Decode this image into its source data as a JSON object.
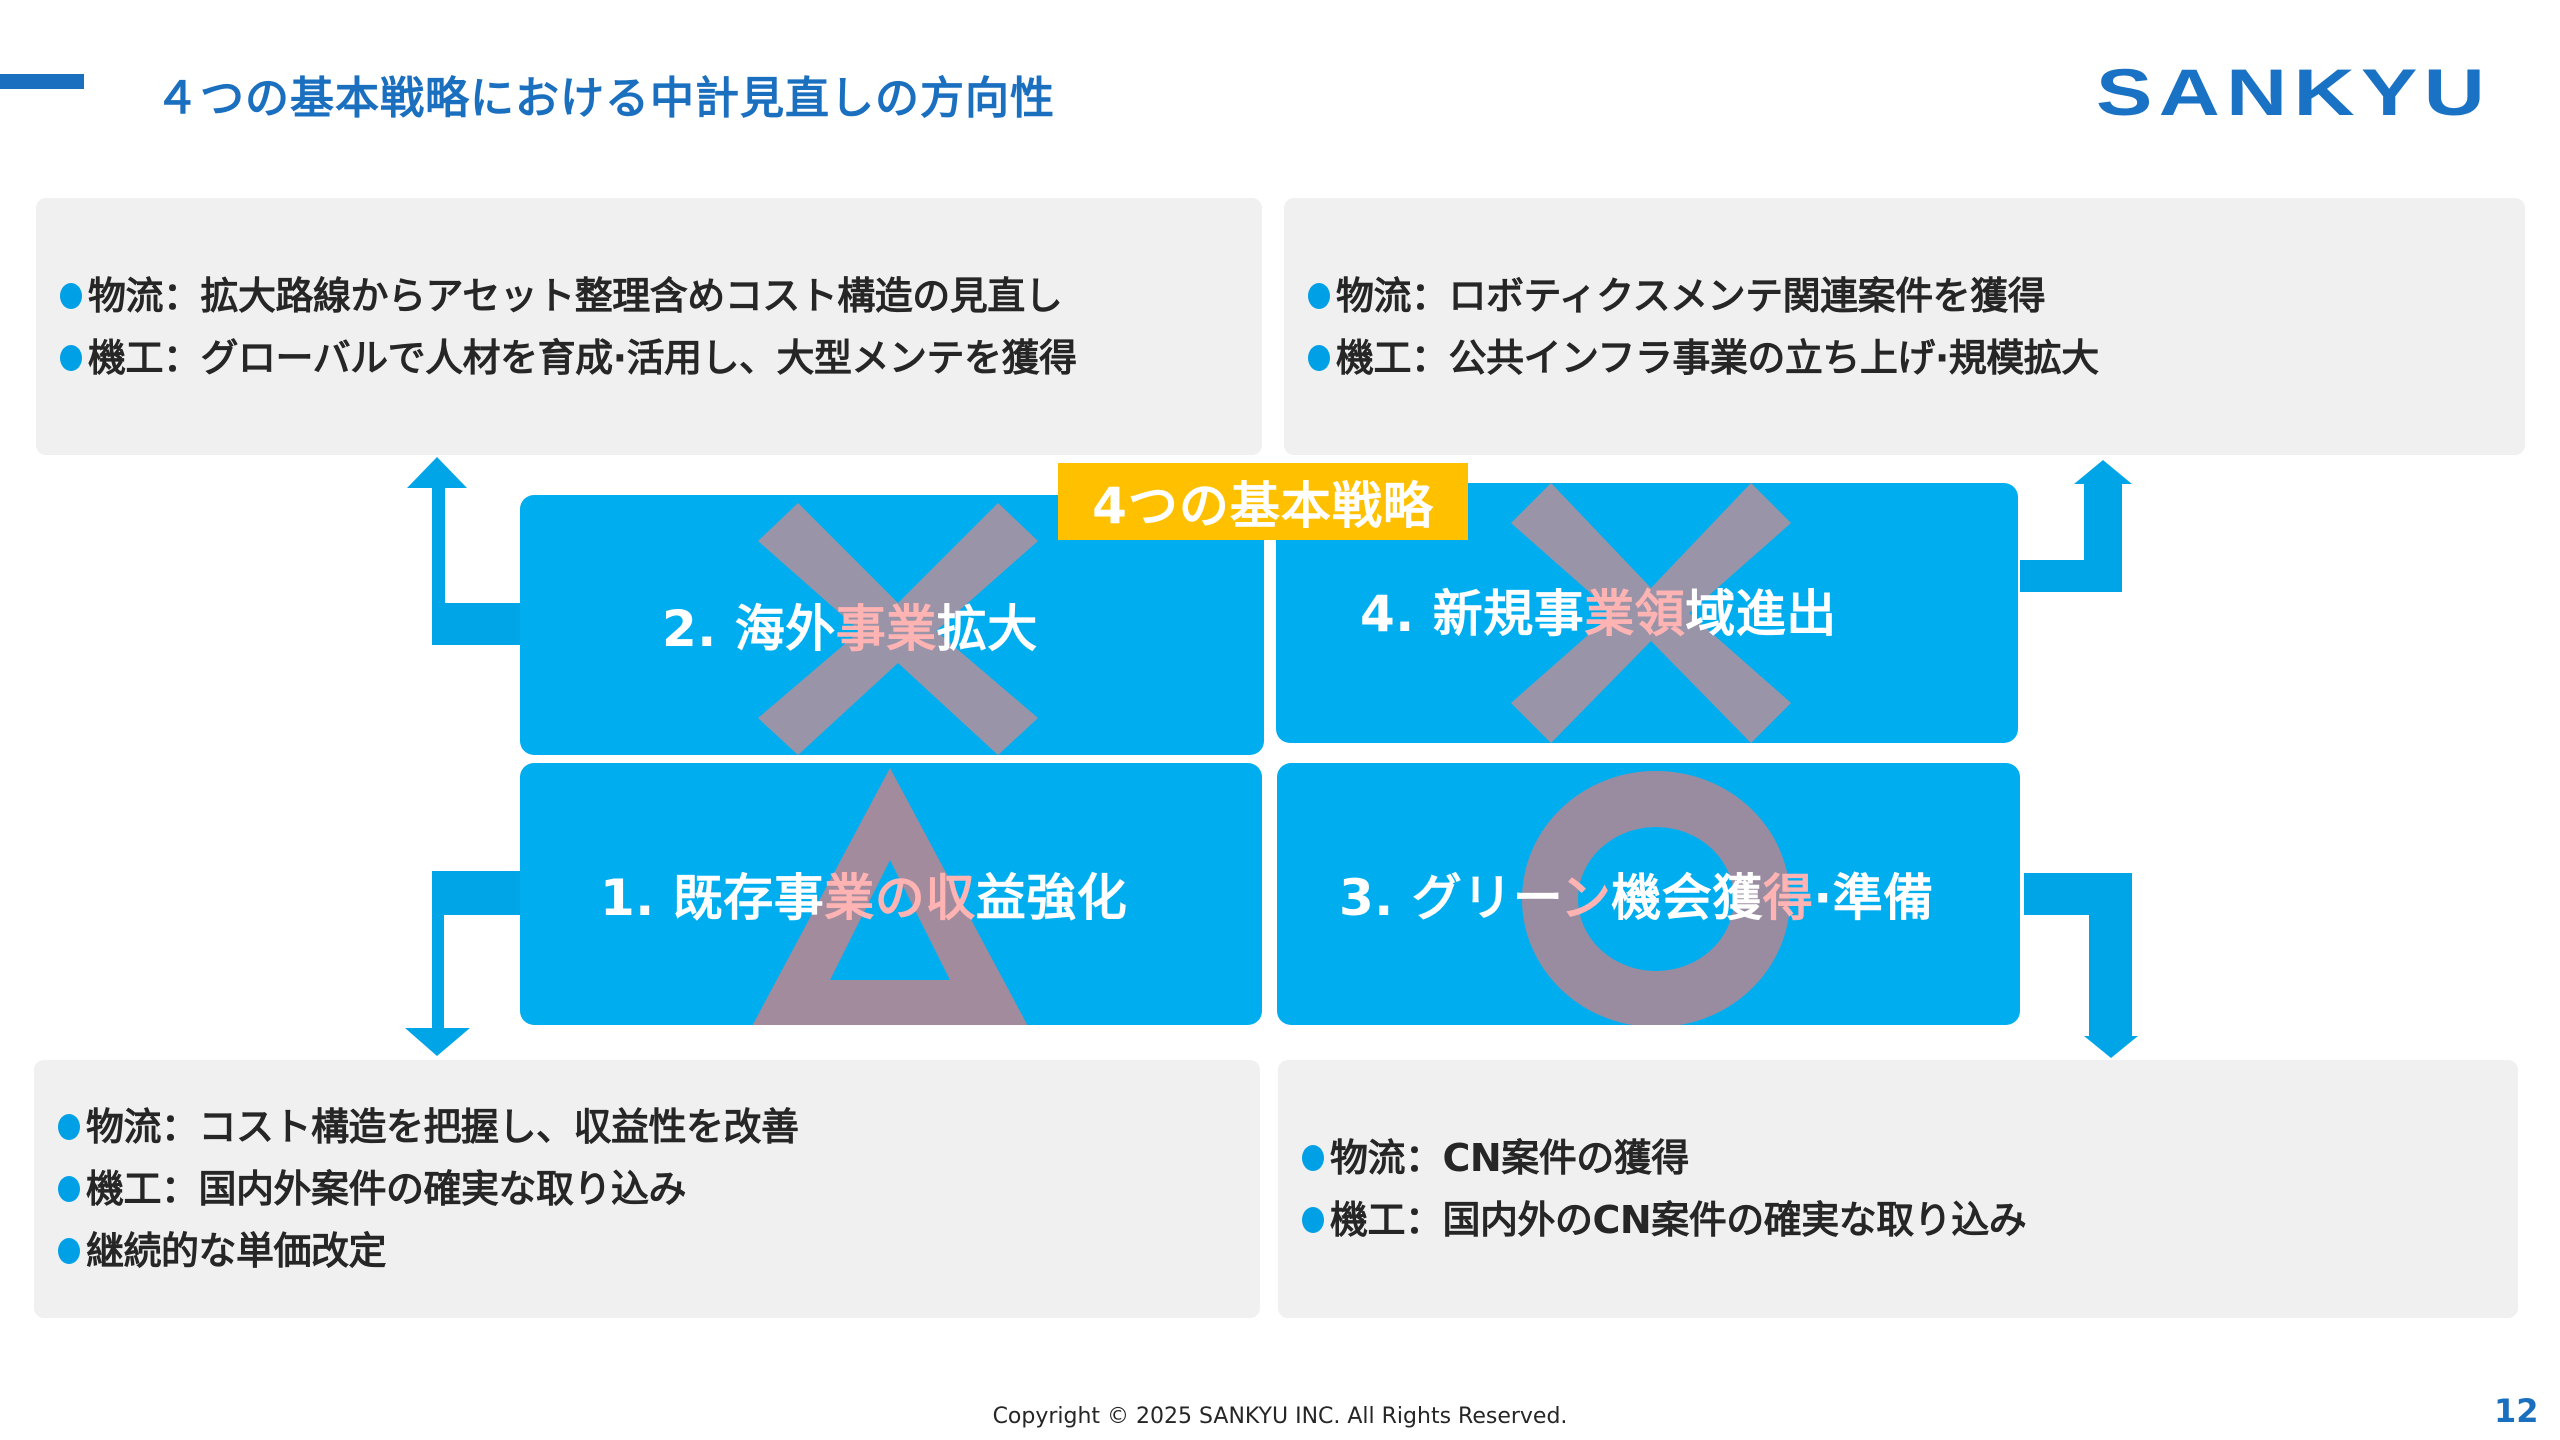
{
  "header": {
    "title": "４つの基本戦略における中計見直しの方向性",
    "logo_text": "SANKYU"
  },
  "center_label": "4つの基本戦略",
  "strategies": [
    {
      "id": "s2",
      "number_title_pre": "2. 海外",
      "number_title_hl": "事業",
      "number_title_post": "拡大",
      "full_title": "2. 海外事業拡大",
      "mark": "cross",
      "mark_meaning": "×"
    },
    {
      "id": "s4",
      "number_title_pre": "4. 新規事",
      "number_title_hl": "業領",
      "number_title_post": "域進出",
      "full_title": "4. 新規事業領域進出",
      "mark": "cross",
      "mark_meaning": "×"
    },
    {
      "id": "s1",
      "number_title_pre": "1. 既存事",
      "number_title_hl": "業の収",
      "number_title_post": "益強化",
      "full_title": "1. 既存事業の収益強化",
      "mark": "triangle",
      "mark_meaning": "△"
    },
    {
      "id": "s3",
      "number_title_pre": "3. グリー",
      "number_title_hl": "ン",
      "number_title_mid": "機会獲",
      "number_title_hl2": "得",
      "number_title_post": "·準備",
      "full_title": "3. グリーン機会獲得·準備",
      "mark": "circle",
      "mark_meaning": "○"
    }
  ],
  "boxes": {
    "top_left": {
      "items": [
        "物流：拡大路線からアセット整理含めコスト構造の見直し",
        "機工：グローバルで人材を育成·活用し、大型メンテを獲得"
      ]
    },
    "top_right": {
      "items": [
        "物流：ロボティクスメンテ関連案件を獲得",
        "機工：公共インフラ事業の立ち上げ·規模拡大"
      ]
    },
    "bottom_left": {
      "items": [
        "物流：コスト構造を把握し、収益性を改善",
        "機工：国内外案件の確実な取り込み",
        "継続的な単価改定"
      ]
    },
    "bottom_right": {
      "items": [
        "物流：CN案件の獲得",
        "機工：国内外のCN案件の確実な取り込み"
      ]
    }
  },
  "footer": {
    "copyright": "Copyright © 2025 SANKYU INC. All Rights Reserved.",
    "page_number": "12"
  },
  "colors": {
    "brand_blue": "#1a6fbf",
    "strategy_blue": "#00aeef",
    "arrow_blue": "#00a5e8",
    "label_yellow": "#ffc000",
    "mark_gray": "#9a94a8",
    "highlight_pink": "#ffb3b3",
    "box_gray": "#f0f0f0",
    "text_dark": "#262626"
  }
}
